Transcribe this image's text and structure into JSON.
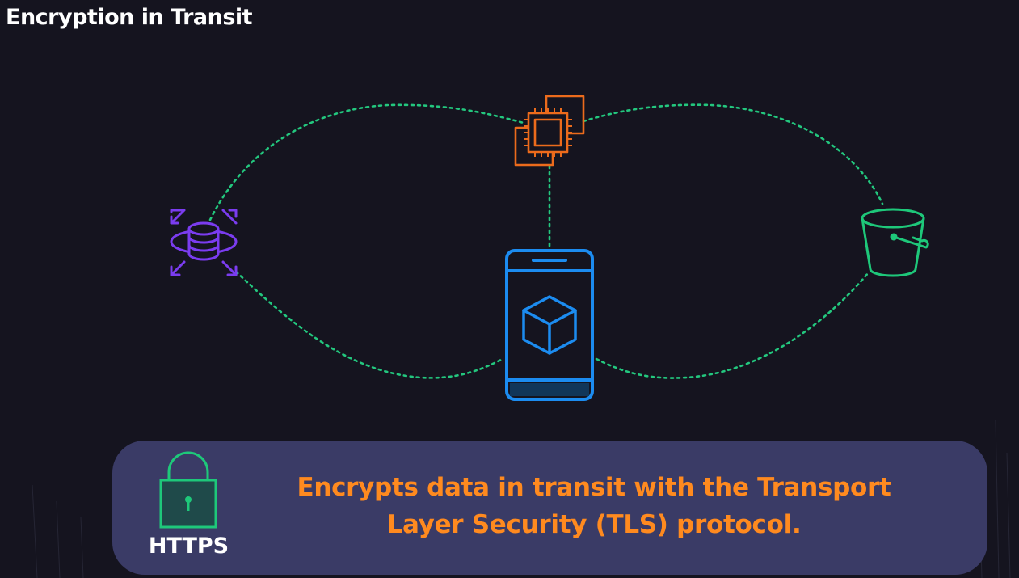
{
  "slide": {
    "title": "Encryption in Transit"
  },
  "diagram": {
    "nodes": [
      {
        "id": "database",
        "icon": "database-scale-icon",
        "color": "#7b3cf0"
      },
      {
        "id": "compute",
        "icon": "compute-chip-icon",
        "color": "#ec6b1c"
      },
      {
        "id": "bucket",
        "icon": "storage-bucket-icon",
        "color": "#1ec87a"
      },
      {
        "id": "mobile",
        "icon": "mobile-app-icon",
        "color": "#1c8cf0"
      }
    ],
    "connection_color": "#23c77e"
  },
  "banner": {
    "icon": "lock-icon",
    "icon_label": "HTTPS",
    "description_line1": "Encrypts data in transit with the Transport",
    "description_line2": "Layer Security (TLS) protocol.",
    "text_color": "#ff8a1f",
    "background": "#3a3b66"
  }
}
